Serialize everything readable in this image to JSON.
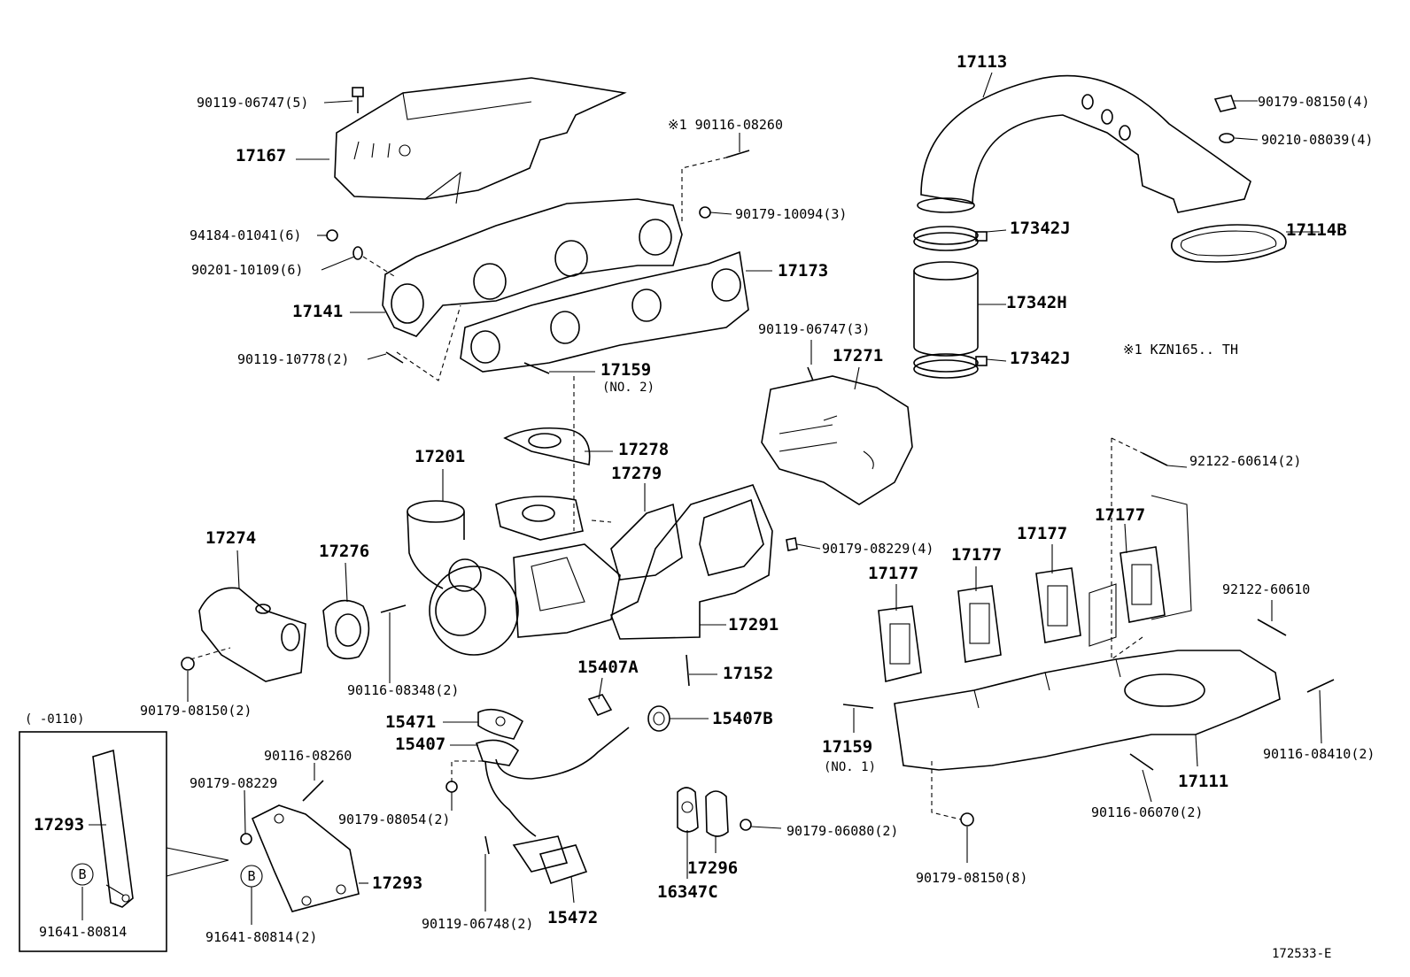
{
  "diagram": {
    "figure_code": "172533-E",
    "note": "※1 KZN165.. TH",
    "inset_range": "(      -0110)",
    "inset_circle_letter": "B",
    "labels": [
      {
        "id": "l1",
        "text": "90119-06747(5)"
      },
      {
        "id": "l2",
        "text": "17167"
      },
      {
        "id": "l3",
        "text": "※1 90116-08260"
      },
      {
        "id": "l4",
        "text": "90179-10094(3)"
      },
      {
        "id": "l5",
        "text": "94184-01041(6)"
      },
      {
        "id": "l6",
        "text": "90201-10109(6)"
      },
      {
        "id": "l7",
        "text": "17173"
      },
      {
        "id": "l8",
        "text": "17141"
      },
      {
        "id": "l9",
        "text": "90119-10778(2)"
      },
      {
        "id": "l10",
        "text": "17159"
      },
      {
        "id": "l11",
        "text": "(NO. 2)"
      },
      {
        "id": "l12",
        "text": "17113"
      },
      {
        "id": "l13",
        "text": "90179-08150(4)"
      },
      {
        "id": "l14",
        "text": "90210-08039(4)"
      },
      {
        "id": "l15",
        "text": "17342J"
      },
      {
        "id": "l16",
        "text": "17114B"
      },
      {
        "id": "l17",
        "text": "17342H"
      },
      {
        "id": "l18",
        "text": "17342J"
      },
      {
        "id": "l19",
        "text": "90119-06747(3)"
      },
      {
        "id": "l20",
        "text": "17271"
      },
      {
        "id": "l21",
        "text": "17278"
      },
      {
        "id": "l22",
        "text": "17201"
      },
      {
        "id": "l23",
        "text": "17279"
      },
      {
        "id": "l24",
        "text": "92122-60614(2)"
      },
      {
        "id": "l25",
        "text": "17274"
      },
      {
        "id": "l26",
        "text": "17276"
      },
      {
        "id": "l27",
        "text": "90179-08229(4)"
      },
      {
        "id": "l28",
        "text": "17177"
      },
      {
        "id": "l29",
        "text": "17177"
      },
      {
        "id": "l30",
        "text": "17177"
      },
      {
        "id": "l31",
        "text": "17177"
      },
      {
        "id": "l32",
        "text": "92122-60610"
      },
      {
        "id": "l33",
        "text": "17291"
      },
      {
        "id": "l34",
        "text": "90116-08348(2)"
      },
      {
        "id": "l35",
        "text": "15407A"
      },
      {
        "id": "l36",
        "text": "17152"
      },
      {
        "id": "l37",
        "text": "90179-08150(2)"
      },
      {
        "id": "l38",
        "text": "15471"
      },
      {
        "id": "l39",
        "text": "15407B"
      },
      {
        "id": "l40",
        "text": "15407"
      },
      {
        "id": "l41",
        "text": "17159"
      },
      {
        "id": "l42",
        "text": "(NO. 1)"
      },
      {
        "id": "l43",
        "text": "90116-08410(2)"
      },
      {
        "id": "l44",
        "text": "17111"
      },
      {
        "id": "l45",
        "text": "90116-08260"
      },
      {
        "id": "l46",
        "text": "90179-08229"
      },
      {
        "id": "l47",
        "text": "17293"
      },
      {
        "id": "l48",
        "text": "90179-08054(2)"
      },
      {
        "id": "l49",
        "text": "90179-06080(2)"
      },
      {
        "id": "l50",
        "text": "90116-06070(2)"
      },
      {
        "id": "l51",
        "text": "17296"
      },
      {
        "id": "l52",
        "text": "17293"
      },
      {
        "id": "l53",
        "text": "16347C"
      },
      {
        "id": "l54",
        "text": "90179-08150(8)"
      },
      {
        "id": "l55",
        "text": "91641-80814"
      },
      {
        "id": "l56",
        "text": "91641-80814(2)"
      },
      {
        "id": "l57",
        "text": "90119-06748(2)"
      },
      {
        "id": "l58",
        "text": "15472"
      }
    ]
  }
}
